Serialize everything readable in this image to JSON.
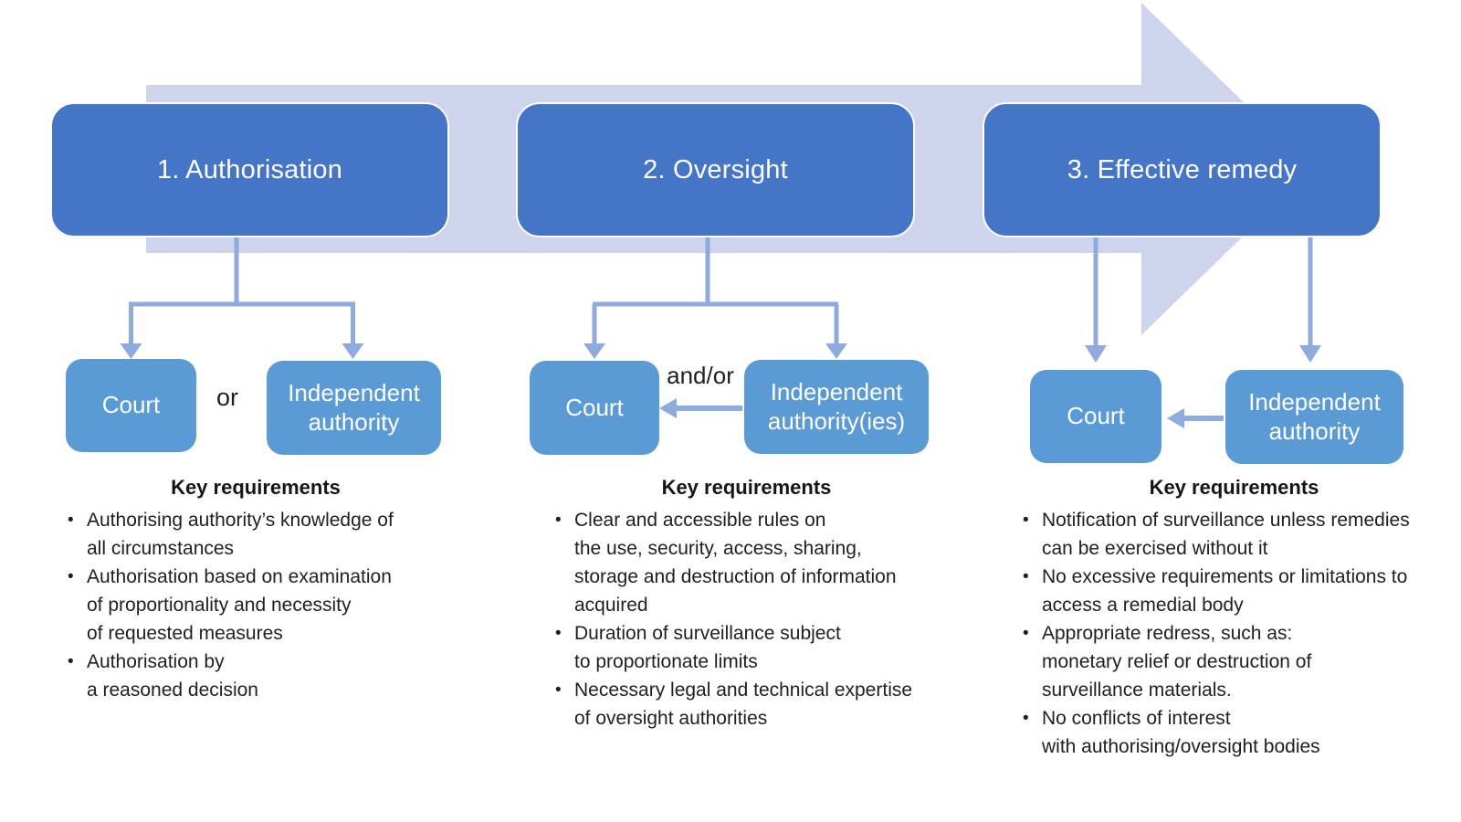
{
  "diagram": {
    "colors": {
      "stage_box": "#4475c7",
      "entity_box": "#5b9bd5",
      "flow_band": "#cdd4ec",
      "connector": "#8faadc",
      "text": "#1f1f1f"
    },
    "graphics": {
      "background_shape": "right-pointing-block-arrow",
      "branch_connectors": "down-arrows",
      "referral_connectors": "left-arrows"
    },
    "stages": [
      {
        "title": "1. Authorisation",
        "court_label": "Court",
        "relation_label": "or",
        "authority_label": "Independent\nauthority",
        "authority_to_court_arrow": false,
        "requirements_title": "Key requirements",
        "bullets": [
          "Authorising authority’s knowledge of\nall circumstances",
          "Authorisation based on examination\nof proportionality and necessity\nof requested measures",
          "Authorisation by\na reasoned decision"
        ]
      },
      {
        "title": "2. Oversight",
        "court_label": "Court",
        "relation_label": "and/or",
        "authority_label": "Independent\nauthority(ies)",
        "authority_to_court_arrow": true,
        "requirements_title": "Key requirements",
        "bullets": [
          "Clear and accessible rules on\nthe use, security, access, sharing,\nstorage and destruction of information\nacquired",
          "Duration of surveillance subject\nto proportionate limits",
          "Necessary legal and technical expertise\nof oversight authorities"
        ]
      },
      {
        "title": "3. Effective remedy",
        "court_label": "Court",
        "relation_label": "",
        "authority_label": "Independent\nauthority",
        "authority_to_court_arrow": true,
        "requirements_title": "Key requirements",
        "bullets": [
          "Notification of surveillance unless remedies\ncan be exercised without it",
          "No excessive requirements or limitations to\naccess a remedial body",
          "Appropriate redress, such as:\nmonetary relief or destruction of\nsurveillance materials.",
          "No conflicts of interest\nwith authorising/oversight bodies"
        ]
      }
    ]
  }
}
